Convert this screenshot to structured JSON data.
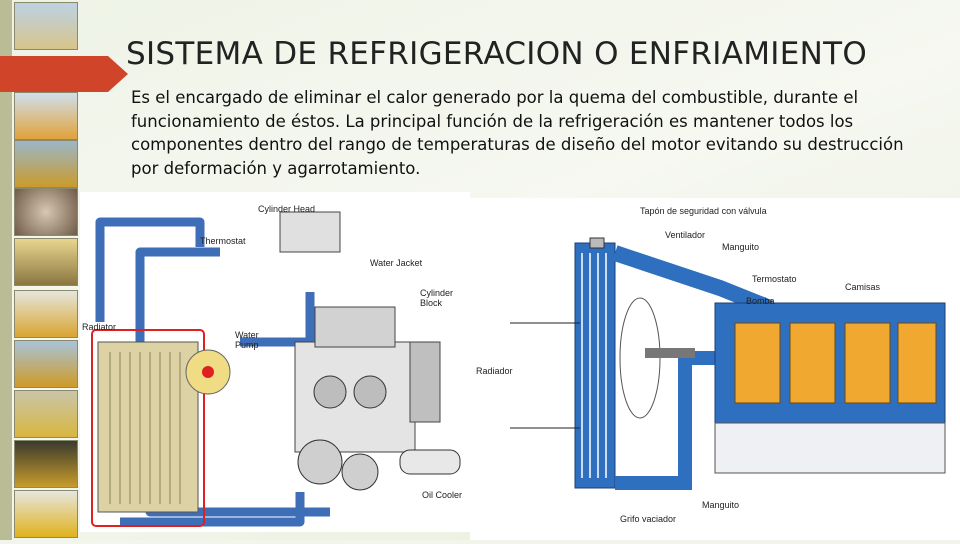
{
  "slide": {
    "title": "SISTEMA DE  REFRIGERACION O ENFRIAMIENTO",
    "description": "Es el encargado de eliminar el calor generado por la quema del combustible, durante el funcionamiento de éstos. La principal función de la refrigeración es mantener todos los componentes dentro del rango de temperaturas de diseño del motor evitando su destrucción por deformación y agarrotamiento."
  },
  "diagram_left": {
    "labels": {
      "cylinder_head": "Cylinder Head",
      "thermostat": "Thermostat",
      "water_jacket": "Water Jacket",
      "cylinder_block": "Cylinder Block",
      "radiator": "Radiator",
      "water_pump": "Water Pump",
      "oil_cooler": "Oil Cooler"
    }
  },
  "diagram_right": {
    "labels": {
      "tapon": "Tapón de seguridad con válvula",
      "ventilador": "Ventilador",
      "manguito_top": "Manguito",
      "termostato": "Termostato",
      "camisas": "Camisas",
      "bomba": "Bomba",
      "radiador": "Radiador",
      "manguito_bottom": "Manguito",
      "grifo": "Grifo vaciador"
    }
  },
  "colors": {
    "accent_arrow": "#d0442a",
    "coolant_blue": "#2f6fc0",
    "block_orange": "#f0a830",
    "radiator_highlight": "#e02020"
  }
}
